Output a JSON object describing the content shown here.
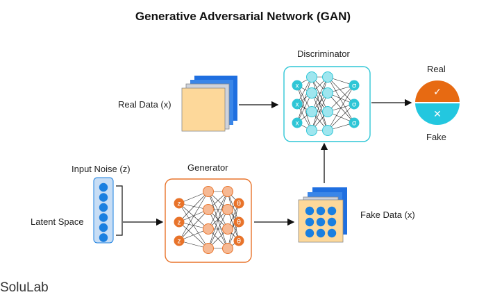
{
  "title": "Generative Adversarial Network (GAN)",
  "labels": {
    "real_data": "Real Data (x)",
    "discriminator": "Discriminator",
    "real": "Real",
    "fake": "Fake",
    "input_noise": "Input Noise (z)",
    "latent_space": "Latent Space",
    "generator": "Generator",
    "fake_data": "Fake Data (x)"
  },
  "discriminator_nodes": {
    "inputs": [
      "x",
      "x",
      "x"
    ],
    "outputs": [
      "σ",
      "σ",
      "σ"
    ]
  },
  "generator_nodes": {
    "inputs": [
      "z",
      "z",
      "z"
    ],
    "outputs": [
      "θ",
      "θ",
      "θ"
    ]
  },
  "result_icons": {
    "real": "✓",
    "fake": "✕"
  },
  "brand": "SoluLab",
  "colors": {
    "teal": "#2fc6d6",
    "orange": "#e8732a",
    "blue_dot": "#1a7fe0",
    "paper": "#fdd89a",
    "stack_blue": "#1f6fe0",
    "noise_bg": "#c7ddf5",
    "real_orange": "#e76a12",
    "fake_cyan": "#23c7df"
  }
}
